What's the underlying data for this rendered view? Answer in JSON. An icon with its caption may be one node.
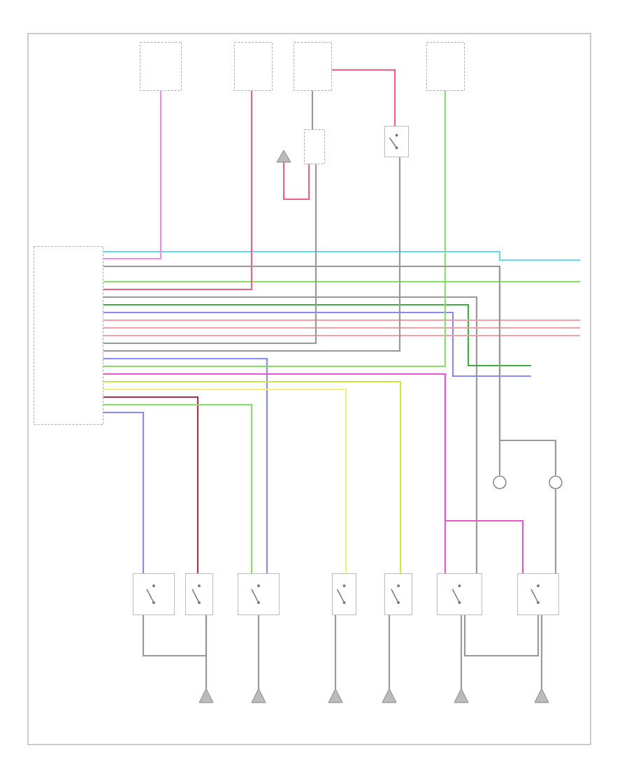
{
  "diagram": {
    "nodes": [
      {
        "text": [],
        "shape": "box"
      },
      {
        "text": [],
        "shape": "box"
      },
      {
        "text": [],
        "shape": "box"
      },
      {
        "text": [],
        "shape": "box"
      },
      {
        "text": [],
        "shape": "box"
      },
      {
        "text": [],
        "shape": "box"
      },
      {
        "text": [],
        "shape": "triangle"
      },
      {
        "text": [],
        "shape": "switch"
      },
      {
        "text": [],
        "shape": "switch"
      },
      {
        "text": [],
        "shape": "switch"
      },
      {
        "text": [],
        "shape": "switch"
      },
      {
        "text": [],
        "shape": "switch"
      },
      {
        "text": [],
        "shape": "switch"
      },
      {
        "text": [],
        "shape": "switch"
      },
      {
        "text": [],
        "shape": "switch"
      },
      {
        "text": [],
        "shape": "circle"
      },
      {
        "text": [],
        "shape": "circle"
      },
      {
        "text": [],
        "shape": "triangle"
      },
      {
        "text": [],
        "shape": "triangle"
      },
      {
        "text": [],
        "shape": "triangle"
      },
      {
        "text": [],
        "shape": "triangle"
      },
      {
        "text": [],
        "shape": "triangle"
      },
      {
        "text": [],
        "shape": "triangle"
      }
    ],
    "edges": [
      {
        "from": 0,
        "to": null,
        "arrow": "none",
        "color": "#66dde8"
      },
      {
        "from": 1,
        "to": 0,
        "arrow": "none",
        "color": "#f08ce8"
      },
      {
        "from": 0,
        "to": 15,
        "arrow": "none"
      },
      {
        "from": 0,
        "to": null,
        "arrow": "none",
        "color": "#88dd66"
      },
      {
        "from": 2,
        "to": 0,
        "arrow": "none",
        "color": "#f06080"
      },
      {
        "from": 0,
        "to": 13,
        "arrow": "none"
      },
      {
        "from": 0,
        "to": null,
        "arrow": "none",
        "color": "#44aa44"
      },
      {
        "from": 0,
        "to": null,
        "arrow": "none",
        "color": "#8888ff"
      },
      {
        "from": 0,
        "to": null,
        "arrow": "none",
        "color": "#f4a0a8"
      },
      {
        "from": 0,
        "to": null,
        "arrow": "none",
        "color": "#f4a0a8"
      },
      {
        "from": 0,
        "to": null,
        "arrow": "none",
        "color": "#f4a0a8"
      },
      {
        "from": 0,
        "to": 5,
        "arrow": "none"
      },
      {
        "from": 0,
        "to": 7,
        "arrow": "none"
      },
      {
        "from": 0,
        "to": 10,
        "arrow": "none",
        "color": "#8888ff"
      },
      {
        "from": 0,
        "to": 4,
        "arrow": "none",
        "color": "#88dd66"
      },
      {
        "from": 0,
        "to": 13,
        "arrow": "none",
        "color": "#ee55cc"
      },
      {
        "from": 0,
        "to": 14,
        "arrow": "none",
        "color": "#ee55cc"
      },
      {
        "from": 0,
        "to": 12,
        "arrow": "none",
        "color": "#c8e84c"
      },
      {
        "from": 0,
        "to": 11,
        "arrow": "none",
        "color": "#f4f070"
      },
      {
        "from": 0,
        "to": 9,
        "arrow": "none",
        "color": "#aa3344"
      },
      {
        "from": 0,
        "to": 10,
        "arrow": "none",
        "color": "#88dd66"
      },
      {
        "from": 0,
        "to": 8,
        "arrow": "none",
        "color": "#8888ff"
      },
      {
        "from": 3,
        "to": 5,
        "arrow": "none"
      },
      {
        "from": 3,
        "to": 7,
        "arrow": "none",
        "color": "#f06080"
      },
      {
        "from": 6,
        "to": 5,
        "arrow": "none",
        "color": "#f06080"
      },
      {
        "from": 0,
        "to": 16,
        "arrow": "none"
      },
      {
        "from": 8,
        "to": 9,
        "arrow": "none"
      },
      {
        "from": 9,
        "to": 17,
        "arrow": "none"
      },
      {
        "from": 10,
        "to": 18,
        "arrow": "none"
      },
      {
        "from": 11,
        "to": 19,
        "arrow": "none"
      },
      {
        "from": 12,
        "to": 20,
        "arrow": "none"
      },
      {
        "from": 13,
        "to": 21,
        "arrow": "none"
      },
      {
        "from": 14,
        "to": 22,
        "arrow": "none"
      },
      {
        "from": 13,
        "to": 14,
        "arrow": "none"
      },
      {
        "from": 16,
        "to": 14,
        "arrow": "none"
      }
    ]
  }
}
